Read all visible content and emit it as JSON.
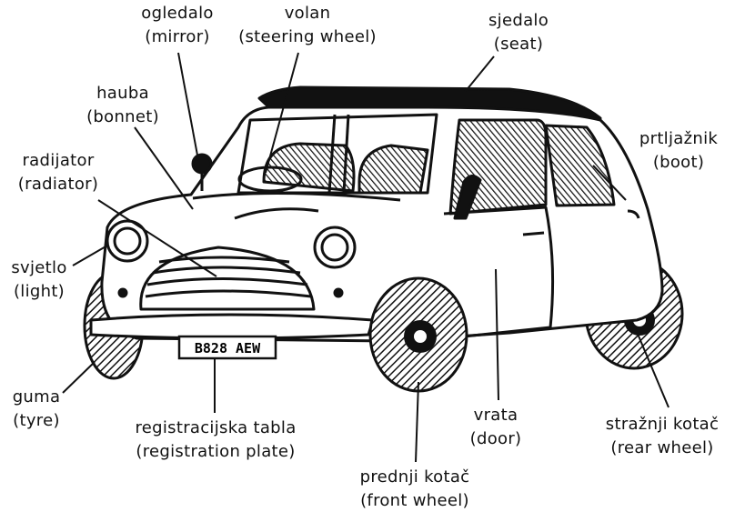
{
  "labels": [
    {
      "id": "mirror",
      "hr": "ogledalo",
      "en": "(mirror)"
    },
    {
      "id": "steering-wheel",
      "hr": "volan",
      "en": "(steering wheel)"
    },
    {
      "id": "seat",
      "hr": "sjedalo",
      "en": "(seat)"
    },
    {
      "id": "bonnet",
      "hr": "hauba",
      "en": "(bonnet)"
    },
    {
      "id": "boot",
      "hr": "prtljažnik",
      "en": "(boot)"
    },
    {
      "id": "radiator",
      "hr": "radijator",
      "en": "(radiator)"
    },
    {
      "id": "light",
      "hr": "svjetlo",
      "en": "(light)"
    },
    {
      "id": "tyre",
      "hr": "guma",
      "en": "(tyre)"
    },
    {
      "id": "registration-plate",
      "hr": "registracijska tabla",
      "en": "(registration plate)"
    },
    {
      "id": "door",
      "hr": "vrata",
      "en": "(door)"
    },
    {
      "id": "rear-wheel",
      "hr": "stražnji kotač",
      "en": "(rear wheel)"
    },
    {
      "id": "front-wheel",
      "hr": "prednji kotač",
      "en": "(front wheel)"
    }
  ],
  "plate_text": "B828 AEW"
}
